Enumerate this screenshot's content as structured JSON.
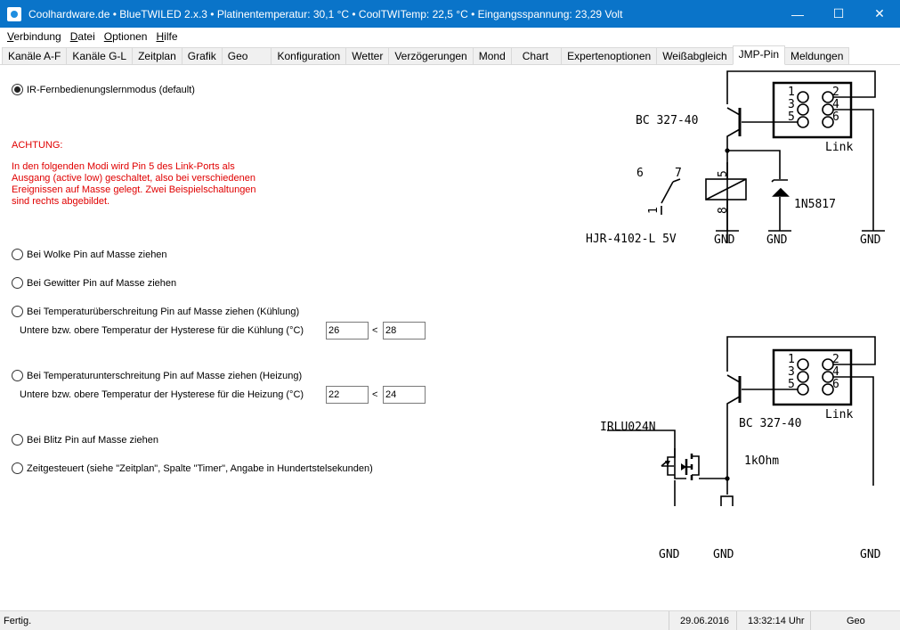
{
  "window": {
    "title": "Coolhardware.de • BlueTWILED 2.x.3 • Platinentemperatur: 30,1 °C • CoolTWITemp: 22,5 °C • Eingangsspannung: 23,29 Volt",
    "minimize": "—",
    "maximize": "☐",
    "close": "✕"
  },
  "menu": [
    "Verbindung",
    "Datei",
    "Optionen",
    "Hilfe"
  ],
  "tabs": [
    "Kanäle A-F",
    "Kanäle G-L",
    "Zeitplan",
    "Grafik",
    "Geo",
    "Konfiguration",
    "Wetter",
    "Verzögerungen",
    "Mond",
    "Chart",
    "Expertenoptionen",
    "Weißabgleich",
    "JMP-Pin",
    "Meldungen"
  ],
  "active_tab": "JMP-Pin",
  "options": {
    "ir": "IR-Fernbedienungslernmodus (default)",
    "wolke": "Bei Wolke Pin auf Masse ziehen",
    "gewitter": "Bei Gewitter Pin auf Masse ziehen",
    "temp_over": "Bei Temperaturüberschreitung Pin auf Masse ziehen (Kühlung)",
    "temp_under": "Bei Temperaturunterschreitung Pin auf Masse ziehen (Heizung)",
    "blitz": "Bei Blitz Pin auf Masse ziehen",
    "zeit": "Zeitgesteuert (siehe \"Zeitplan\", Spalte \"Timer\", Angabe in Hundertstelsekunden)"
  },
  "warning": {
    "title": "ACHTUNG:",
    "line1": "In den folgenden Modi wird Pin 5 des Link-Ports als",
    "line2": "Ausgang (active low) geschaltet, also bei verschiedenen",
    "line3": "Ereignissen auf Masse gelegt. Zwei Beispielschaltungen",
    "line4": "sind rechts abgebildet."
  },
  "cooling": {
    "label": "Untere bzw. obere Temperatur der Hysterese für die Kühlung (°C)",
    "lower": "26",
    "upper": "28"
  },
  "heating": {
    "label": "Untere bzw. obere Temperatur der Hysterese für die Heizung (°C)",
    "lower": "22",
    "upper": "24"
  },
  "lt_sign": "<",
  "schematic1": {
    "transistor": "BC 327-40",
    "connector": "Link",
    "diode": "1N5817",
    "relay": "HJR-4102-L 5V",
    "gnd": "GND",
    "pins": [
      "1",
      "2",
      "3",
      "4",
      "5",
      "6"
    ],
    "relay_pins": [
      "6",
      "7",
      "1",
      "5",
      "8"
    ]
  },
  "schematic2": {
    "transistor": "BC 327-40",
    "connector": "Link",
    "mosfet": "IRLU024N",
    "resistor": "1kOhm",
    "gnd": "GND",
    "pins": [
      "1",
      "2",
      "3",
      "4",
      "5",
      "6"
    ]
  },
  "status": {
    "text": "Fertig.",
    "date": "29.06.2016",
    "time": "13:32:14 Uhr",
    "mode": "Geo"
  }
}
